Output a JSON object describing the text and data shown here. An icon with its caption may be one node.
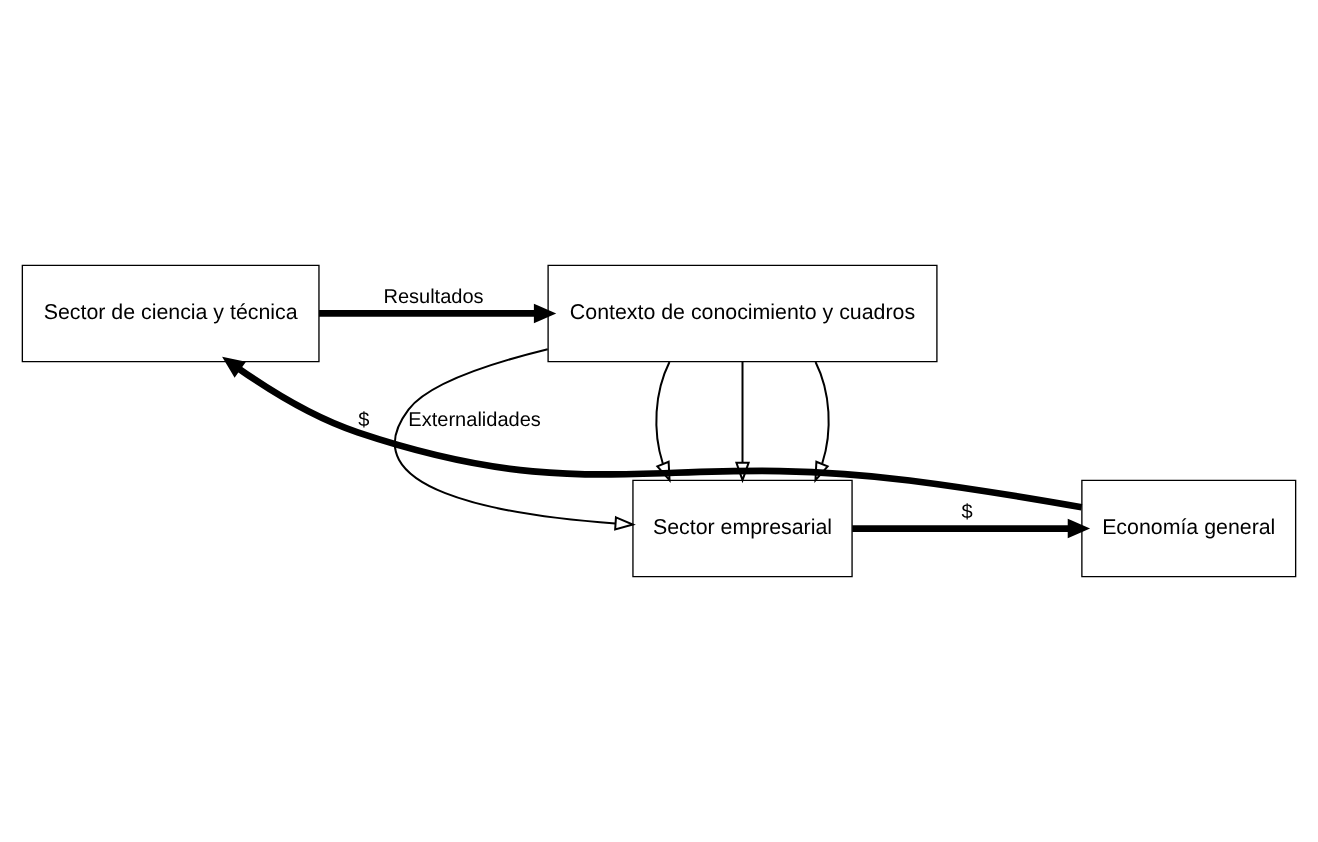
{
  "diagram": {
    "nodes": [
      {
        "text": [
          "Sector de ciencia y técnica"
        ]
      },
      {
        "text": [
          "Contexto de conocimiento y cuadros"
        ]
      },
      {
        "text": [
          "Sector empresarial"
        ]
      },
      {
        "text": [
          "Economía general"
        ]
      }
    ],
    "edges": [
      {
        "from": 0,
        "to": 1,
        "arrow": "to",
        "label": "Resultados",
        "style": "thick"
      },
      {
        "from": 1,
        "to": 2,
        "arrow": "to",
        "label": "Externalidades"
      },
      {
        "from": 1,
        "to": 2,
        "arrow": "to"
      },
      {
        "from": 1,
        "to": 2,
        "arrow": "to"
      },
      {
        "from": 1,
        "to": 2,
        "arrow": "to"
      },
      {
        "from": 2,
        "to": 3,
        "arrow": "to",
        "label": "$",
        "style": "thick"
      },
      {
        "from": 3,
        "to": 0,
        "arrow": "to",
        "label": "$",
        "style": "thick"
      }
    ]
  }
}
